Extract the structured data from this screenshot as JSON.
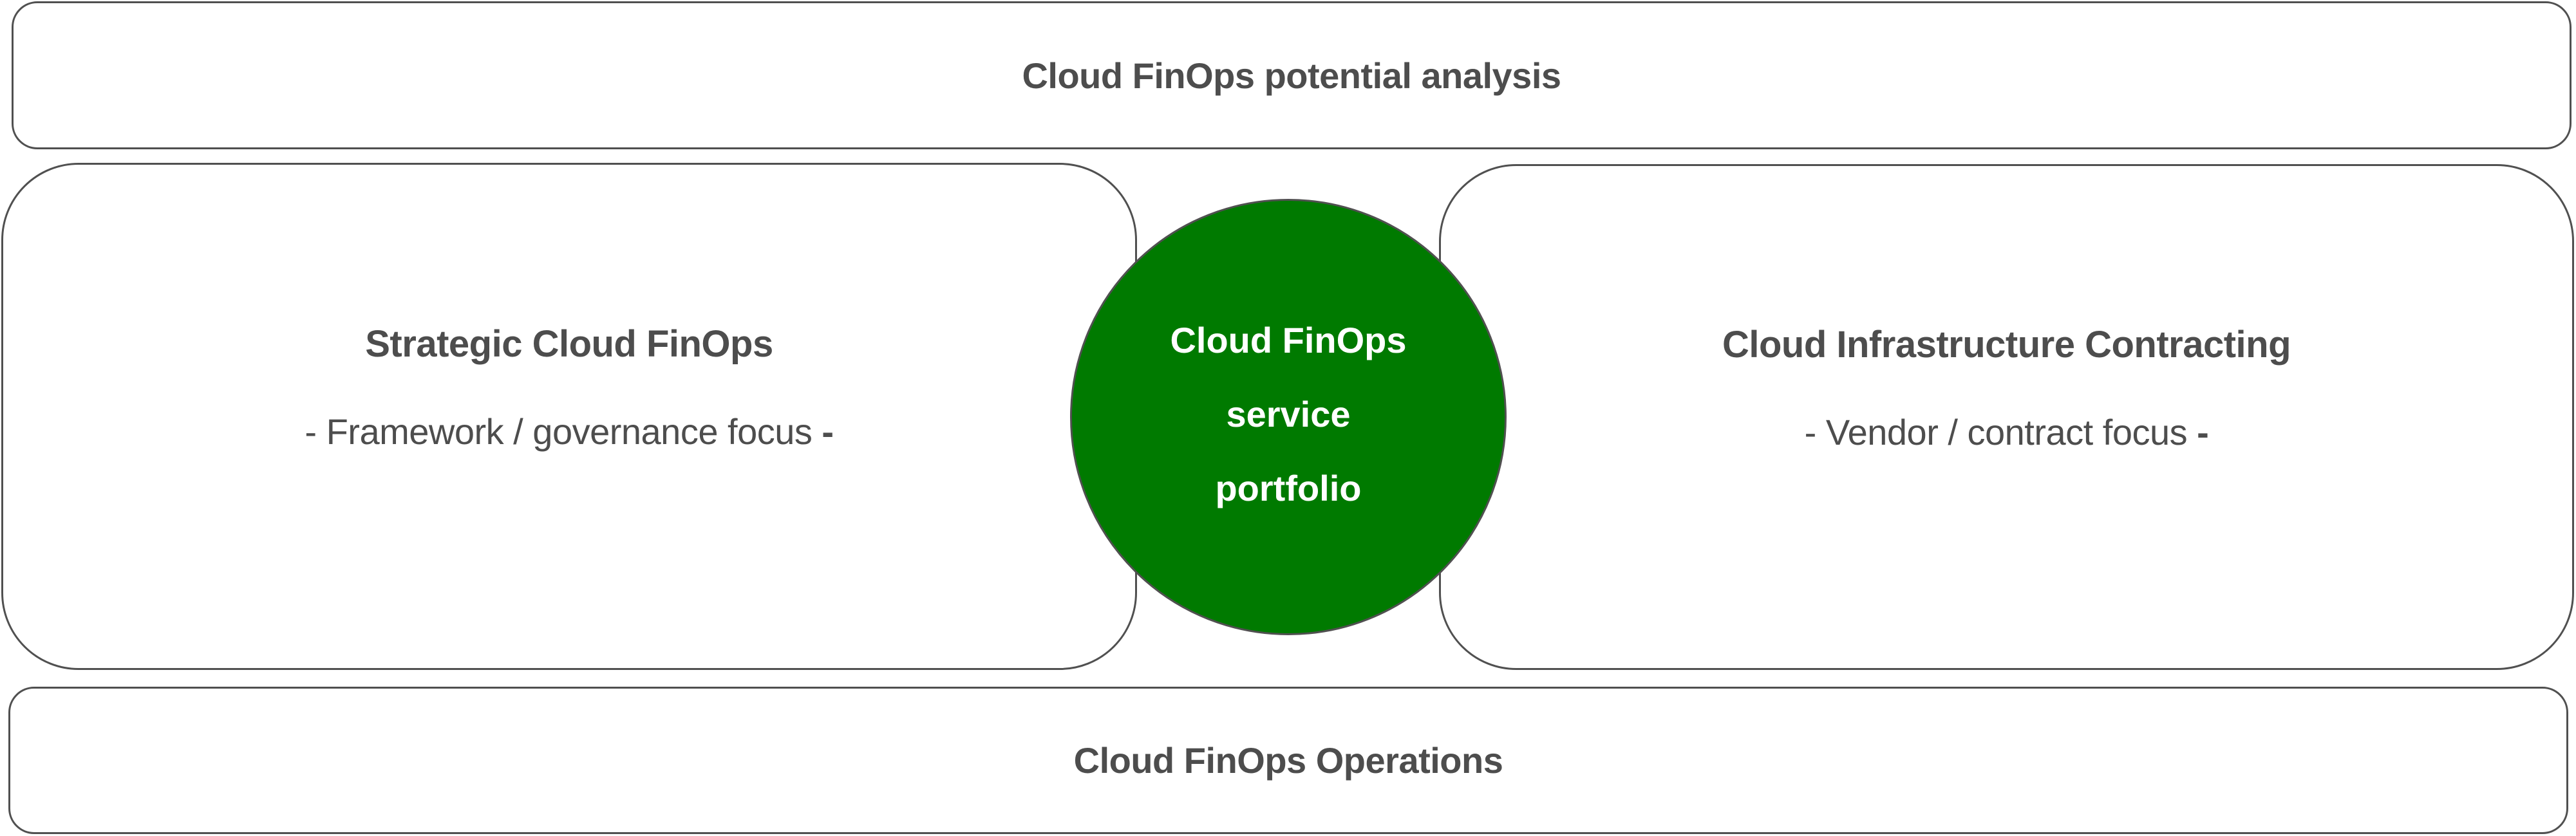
{
  "diagram": {
    "title_band": {
      "label": "Cloud FinOps potential analysis"
    },
    "left_pillar": {
      "title": "Strategic Cloud FinOps",
      "subtitle": "- Framework / governance focus",
      "subtitle_end": " -"
    },
    "right_pillar": {
      "title": "Cloud Infrastructure Contracting",
      "subtitle": "- Vendor / contract focus",
      "subtitle_end": " -"
    },
    "hub": {
      "lines": [
        "Cloud FinOps",
        "service",
        "portfolio"
      ],
      "fill_color": "#007a00",
      "text_color": "#ffffff"
    },
    "bottom_band": {
      "label": "Cloud FinOps Operations"
    },
    "colors": {
      "outline": "#505050",
      "text": "#4d4d4d",
      "background": "#ffffff"
    }
  }
}
